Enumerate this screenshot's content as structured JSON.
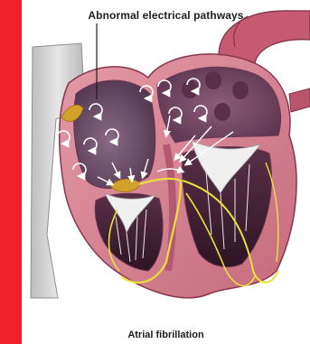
{
  "figure": {
    "top_label": "Abnormal electrical pathways",
    "bottom_label": "Atrial fibrillation"
  },
  "colors": {
    "side_band": "#f0202a",
    "myocardium": "#d87f8f",
    "chamber": "#5c3f5a",
    "conduction": "#e8e23a",
    "vessel": "#d9d9d9"
  },
  "icons": [
    "swirl-arrow-icon",
    "conduction-pathway",
    "sa-node",
    "av-node"
  ]
}
